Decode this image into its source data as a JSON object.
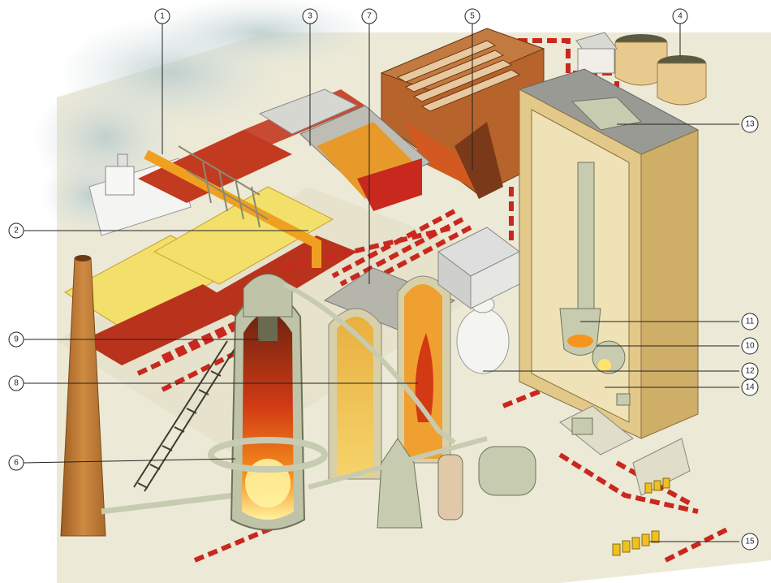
{
  "callouts": [
    {
      "id": "1",
      "label": "1"
    },
    {
      "id": "2",
      "label": "2"
    },
    {
      "id": "3",
      "label": "3"
    },
    {
      "id": "4",
      "label": "4"
    },
    {
      "id": "5",
      "label": "5"
    },
    {
      "id": "6",
      "label": "6"
    },
    {
      "id": "7",
      "label": "7"
    },
    {
      "id": "8",
      "label": "8"
    },
    {
      "id": "9",
      "label": "9"
    },
    {
      "id": "10",
      "label": "10"
    },
    {
      "id": "11",
      "label": "11"
    },
    {
      "id": "12",
      "label": "12"
    },
    {
      "id": "13",
      "label": "13"
    },
    {
      "id": "14",
      "label": "14"
    },
    {
      "id": "15",
      "label": "15"
    }
  ],
  "colors": {
    "ground": "#ece9d6",
    "brick_red": "#c8281e",
    "ore_red": "#b8321c",
    "sand_yellow": "#f2e06a",
    "pipe": "#c7cbb0",
    "chimney": "#c8843c",
    "building": "#e2c98a",
    "roof": "#9a9a9a",
    "flame_orange": "#f7941d",
    "flame_yellow": "#ffe36a"
  }
}
